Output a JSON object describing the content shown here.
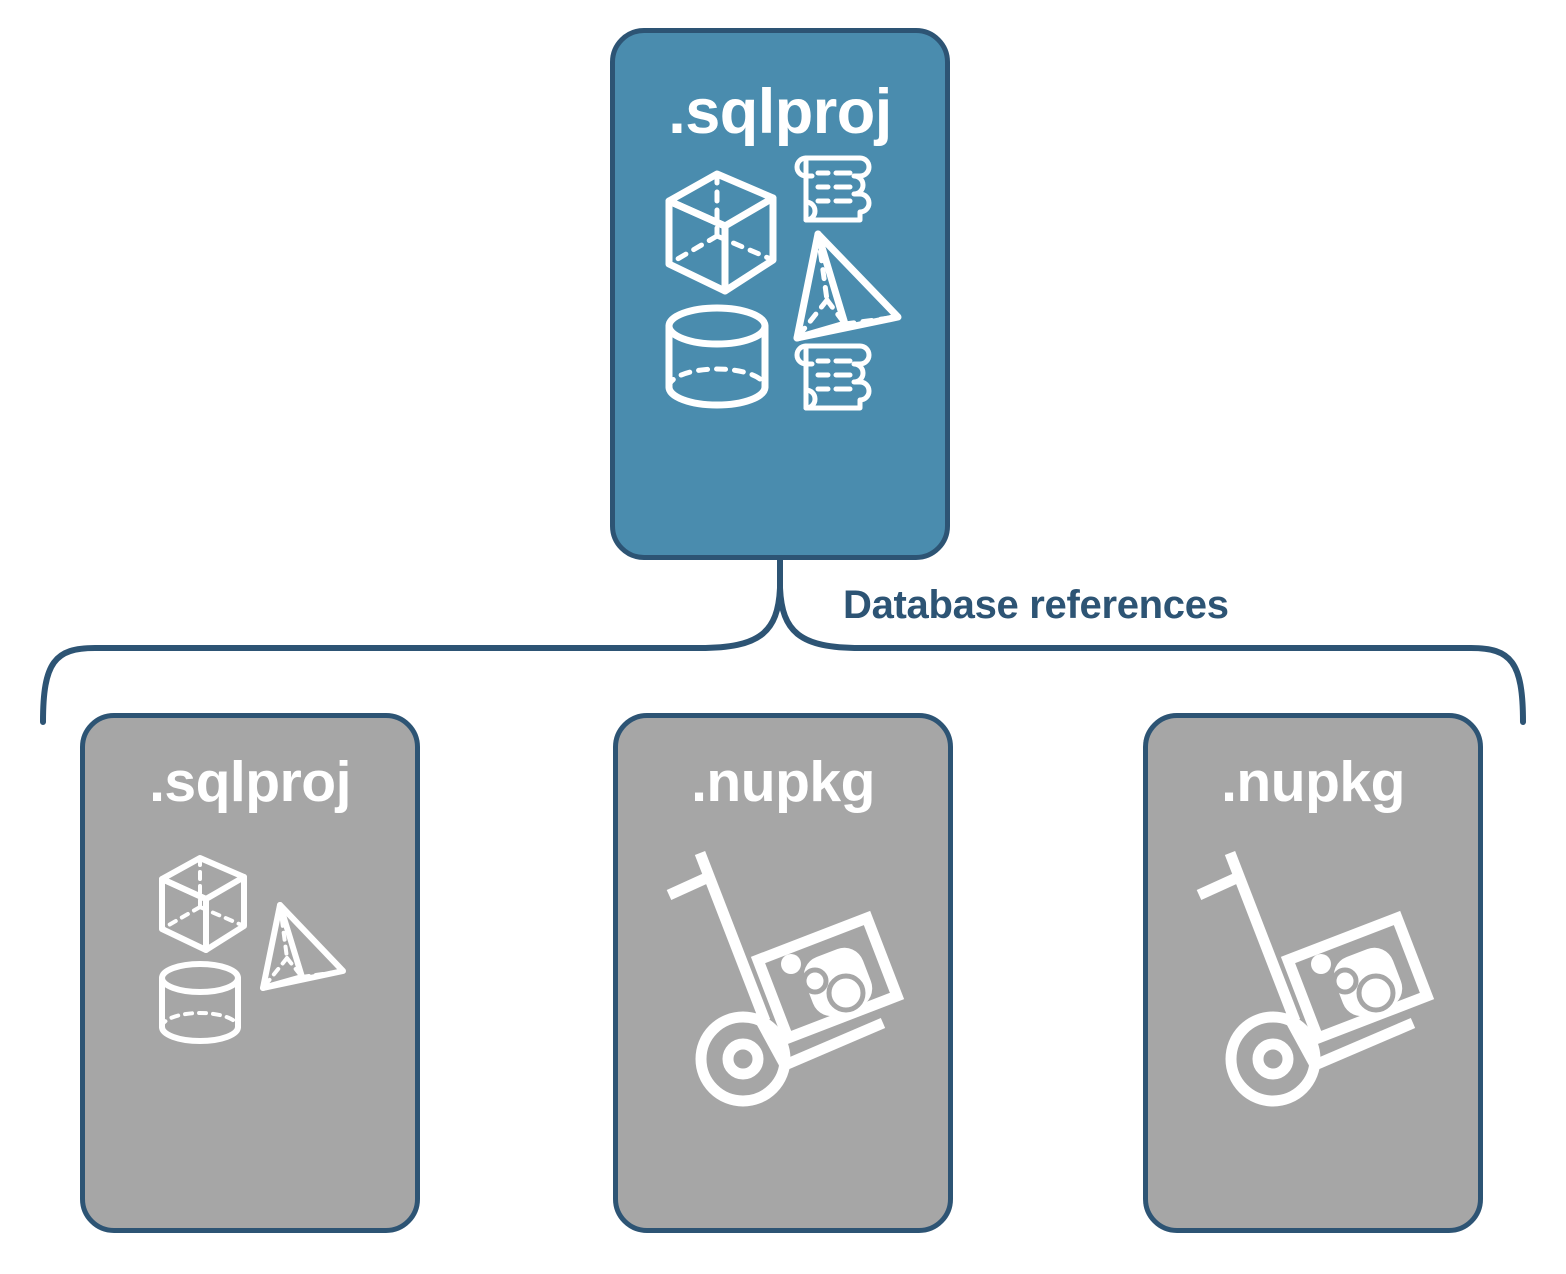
{
  "diagram": {
    "title": "Database references",
    "type": "hierarchy",
    "colors": {
      "primary_fill": "#4a8cae",
      "secondary_fill": "#a6a6a6",
      "stroke": "#2d5474",
      "icon": "#ffffff",
      "label_text": "#2d5474",
      "background": "#ffffff"
    },
    "connector": {
      "name": "database-references-bracket",
      "label": "Database references",
      "from": "card-top",
      "to": [
        "card-ref-1",
        "card-ref-2",
        "card-ref-3"
      ]
    }
  },
  "cards": {
    "top": {
      "id": "card-top",
      "label": ".sqlproj",
      "style": "primary",
      "icons": [
        "cube-wireframe-icon",
        "scroll-document-icon",
        "pyramid-wireframe-icon",
        "cylinder-wireframe-icon",
        "scroll-document-icon"
      ]
    },
    "references": [
      {
        "id": "card-ref-1",
        "label": ".sqlproj",
        "style": "secondary",
        "icons": [
          "cube-wireframe-icon",
          "pyramid-wireframe-icon",
          "cylinder-wireframe-icon"
        ]
      },
      {
        "id": "card-ref-2",
        "label": ".nupkg",
        "style": "secondary",
        "icons": [
          "nuget-package-dolly-icon"
        ]
      },
      {
        "id": "card-ref-3",
        "label": ".nupkg",
        "style": "secondary",
        "icons": [
          "nuget-package-dolly-icon"
        ]
      }
    ]
  }
}
